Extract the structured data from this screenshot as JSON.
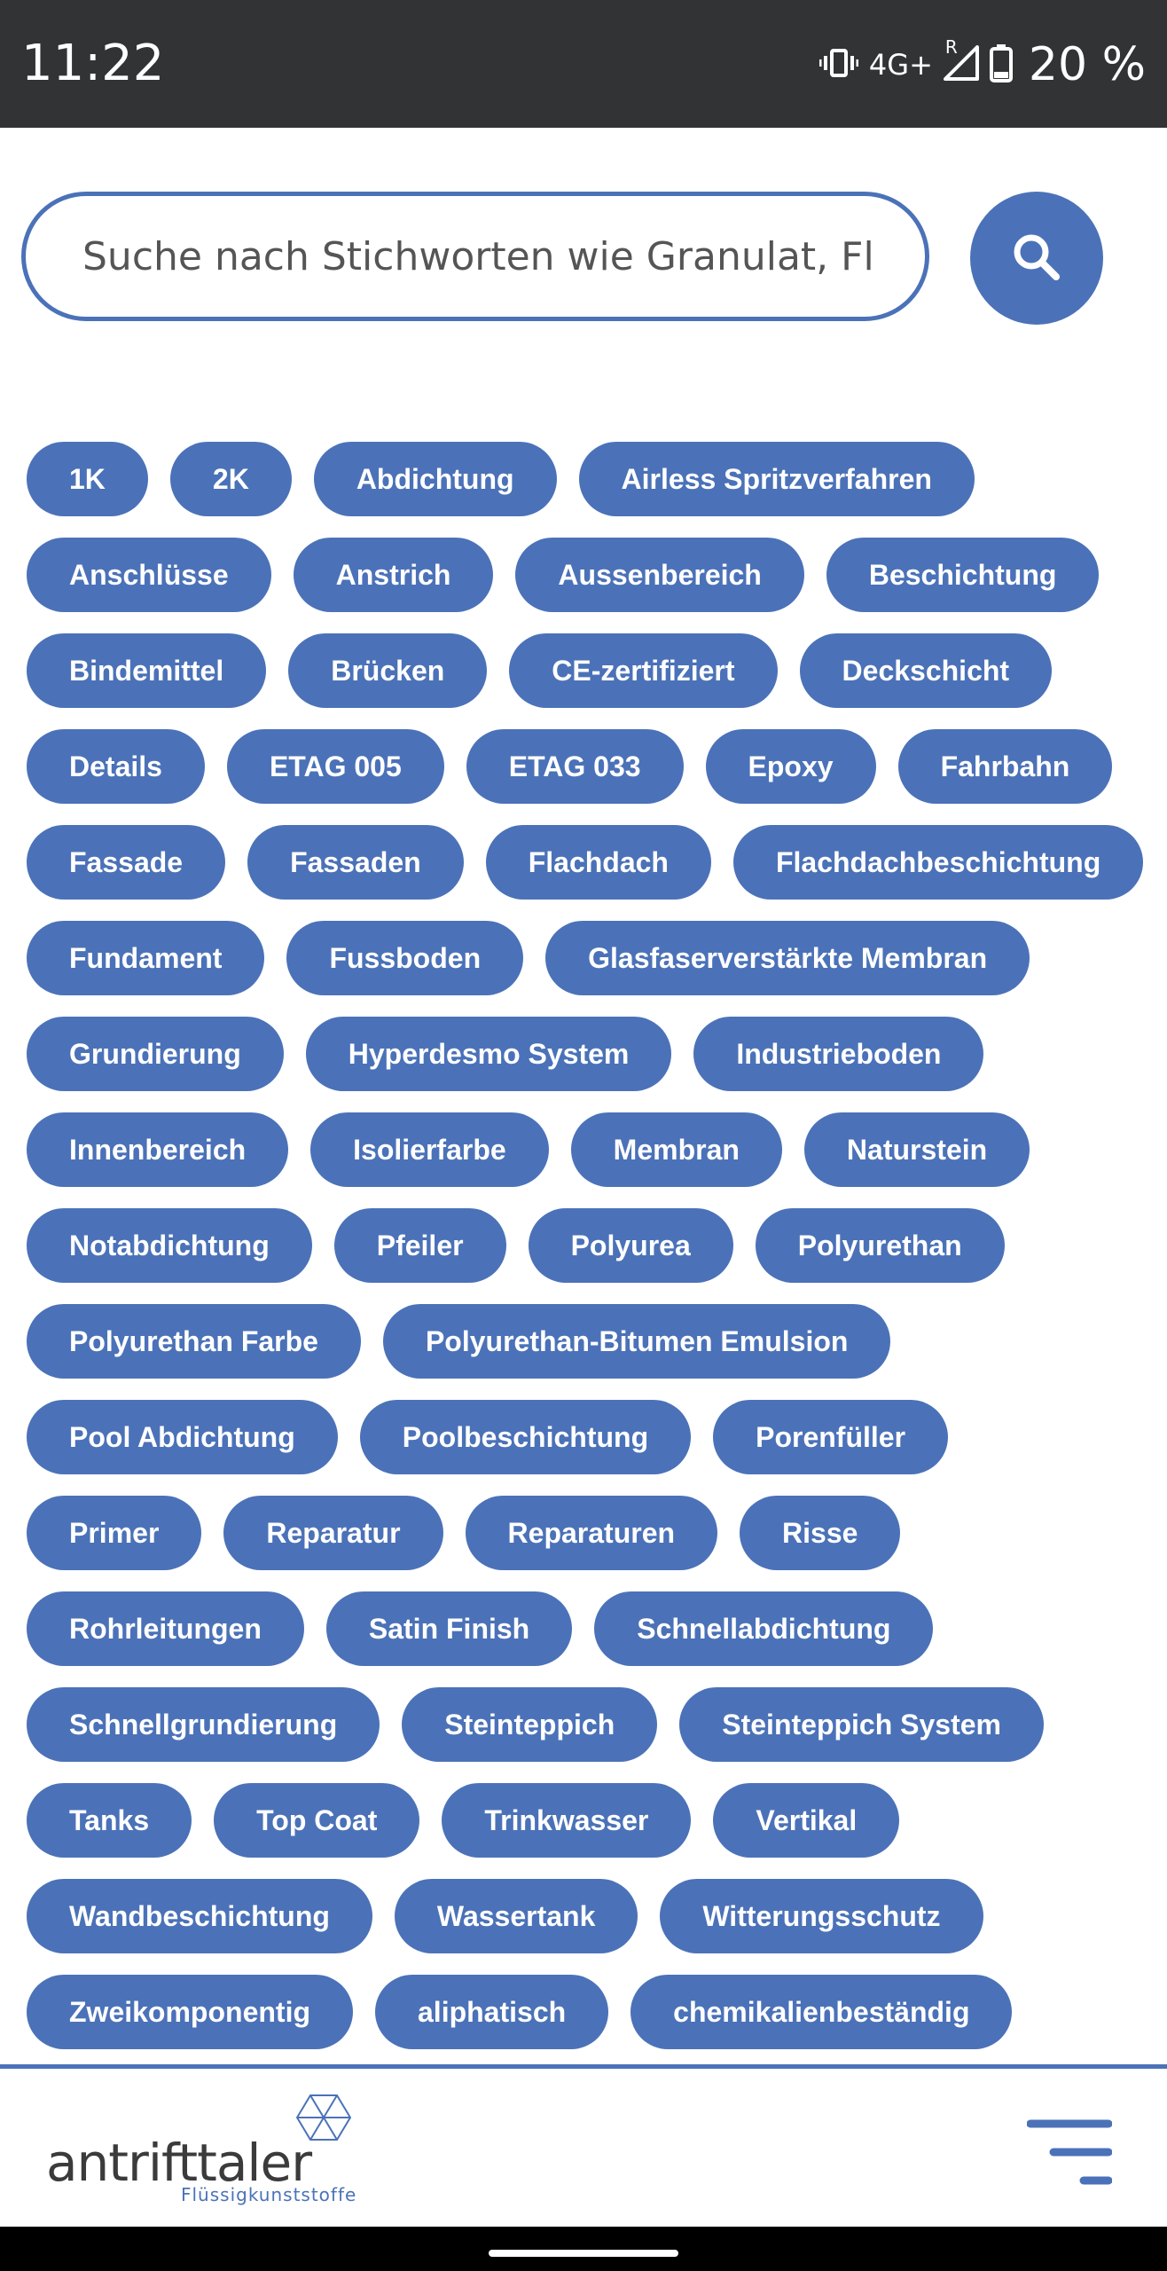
{
  "status_bar": {
    "time": "11:22",
    "network": "4G+",
    "roaming": "R",
    "battery_percent": "20 %"
  },
  "search": {
    "placeholder": "Suche nach Stichworten wie Granulat, Flüs",
    "icon": "search-icon"
  },
  "tags": [
    [
      "1K",
      "2K",
      "Abdichtung",
      "Airless Spritzverfahren"
    ],
    [
      "Anschlüsse",
      "Anstrich",
      "Aussenbereich",
      "Beschichtung"
    ],
    [
      "Bindemittel",
      "Brücken",
      "CE-zertifiziert",
      "Deckschicht"
    ],
    [
      "Details",
      "ETAG 005",
      "ETAG 033",
      "Epoxy",
      "Fahrbahn"
    ],
    [
      "Fassade",
      "Fassaden",
      "Flachdach",
      "Flachdachbeschichtung"
    ],
    [
      "Fundament",
      "Fussboden",
      "Glasfaserverstärkte Membran"
    ],
    [
      "Grundierung",
      "Hyperdesmo System",
      "Industrieboden"
    ],
    [
      "Innenbereich",
      "Isolierfarbe",
      "Membran",
      "Naturstein"
    ],
    [
      "Notabdichtung",
      "Pfeiler",
      "Polyurea",
      "Polyurethan"
    ],
    [
      "Polyurethan Farbe",
      "Polyurethan-Bitumen Emulsion"
    ],
    [
      "Pool Abdichtung",
      "Poolbeschichtung",
      "Porenfüller"
    ],
    [
      "Primer",
      "Reparatur",
      "Reparaturen",
      "Risse"
    ],
    [
      "Rohrleitungen",
      "Satin Finish",
      "Schnellabdichtung"
    ],
    [
      "Schnellgrundierung",
      "Steinteppich",
      "Steinteppich System"
    ],
    [
      "Tanks",
      "Top Coat",
      "Trinkwasser",
      "Vertikal"
    ],
    [
      "Wandbeschichtung",
      "Wassertank",
      "Witterungsschutz"
    ],
    [
      "Zweikomponentig",
      "aliphatisch",
      "chemikalienbeständig"
    ]
  ],
  "footer": {
    "brand_name": "antrifttaler",
    "brand_subtitle": "Flüssigkunststoffe",
    "menu_icon": "menu-icon"
  },
  "colors": {
    "accent": "#4b72b8",
    "status_bar": "#323335",
    "brand_text": "#3b3b3b"
  }
}
